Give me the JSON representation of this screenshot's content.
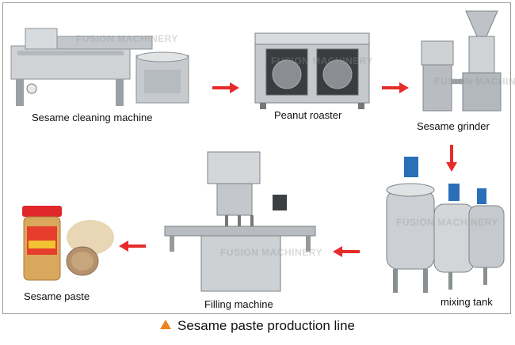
{
  "labels": {
    "cleaning": "Sesame cleaning machine",
    "roaster": "Peanut roaster",
    "grinder": "Sesame grinder",
    "mixing": "mixing tank",
    "filling": "Filling machine",
    "paste": "Sesame paste"
  },
  "watermark": "FUSION MACHINERY",
  "caption": "Sesame paste production line",
  "colors": {
    "arrow": "#e62b2b",
    "caption_marker": "#f0821e",
    "steel": "#c9cdd1",
    "motor": "#2a6fb8"
  }
}
